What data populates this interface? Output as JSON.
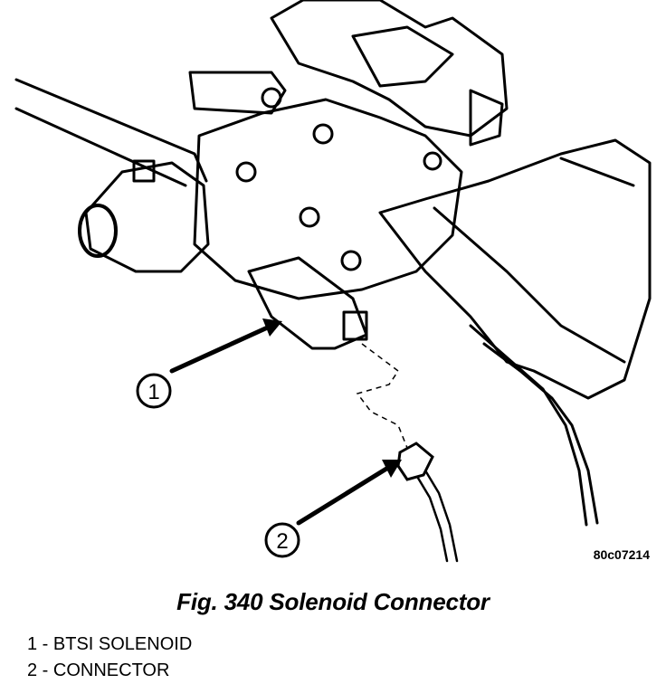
{
  "figure": {
    "code": "80c07214",
    "caption": "Fig. 340 Solenoid Connector",
    "callouts": [
      {
        "number": "1"
      },
      {
        "number": "2"
      }
    ]
  },
  "legend": {
    "items": [
      {
        "label": "1 - BTSI SOLENOID"
      },
      {
        "label": "2 - CONNECTOR"
      }
    ]
  }
}
